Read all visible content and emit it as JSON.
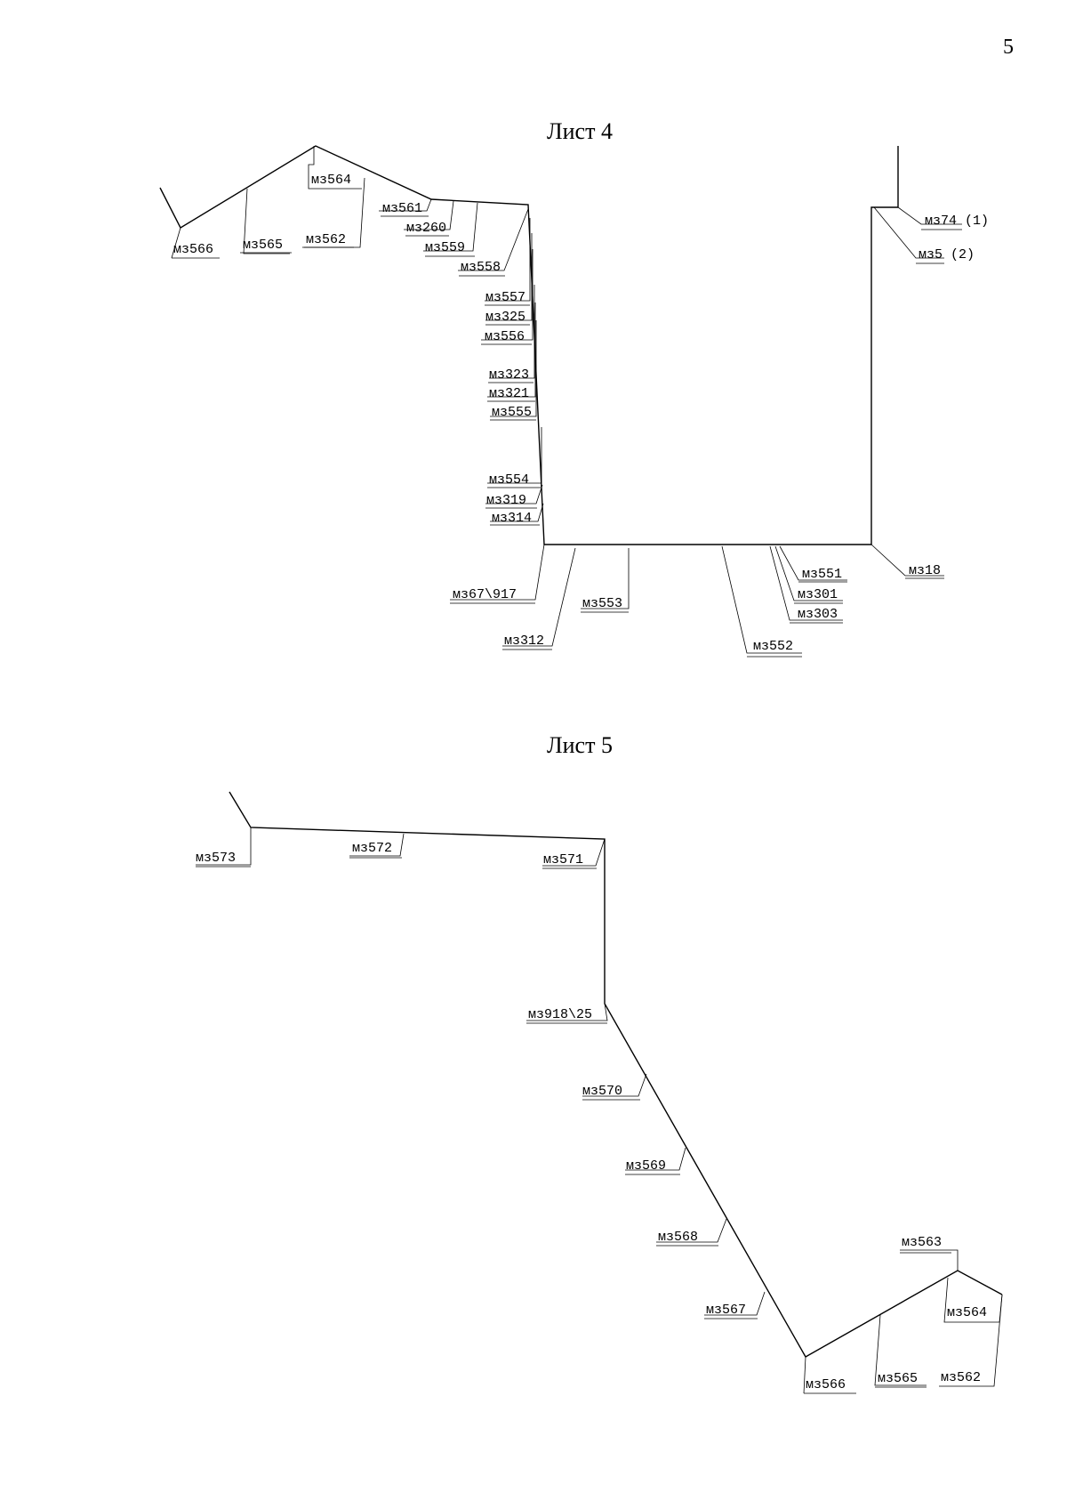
{
  "page_number": "5",
  "sheets": [
    {
      "title": "Лист 4"
    },
    {
      "title": "Лист 5"
    }
  ],
  "sheet4_labels": [
    "мз564",
    "мз561",
    "мз260",
    "мз559",
    "мз558",
    "мз566",
    "мз565",
    "мз562",
    "мз557",
    "мз325",
    "мз556",
    "мз323",
    "мз321",
    "мз555",
    "мз554",
    "мз319",
    "мз314",
    "мз74 (1)",
    "мз5 (2)",
    "мз18",
    "мз551",
    "мз301",
    "мз303",
    "мз552",
    "мз553",
    "мз312",
    "мз67\\917"
  ],
  "sheet5_labels": [
    "мз573",
    "мз572",
    "мз571",
    "мз918\\25",
    "мз570",
    "мз569",
    "мз568",
    "мз567",
    "мз563",
    "мз564",
    "мз566",
    "мз565",
    "мз562"
  ]
}
